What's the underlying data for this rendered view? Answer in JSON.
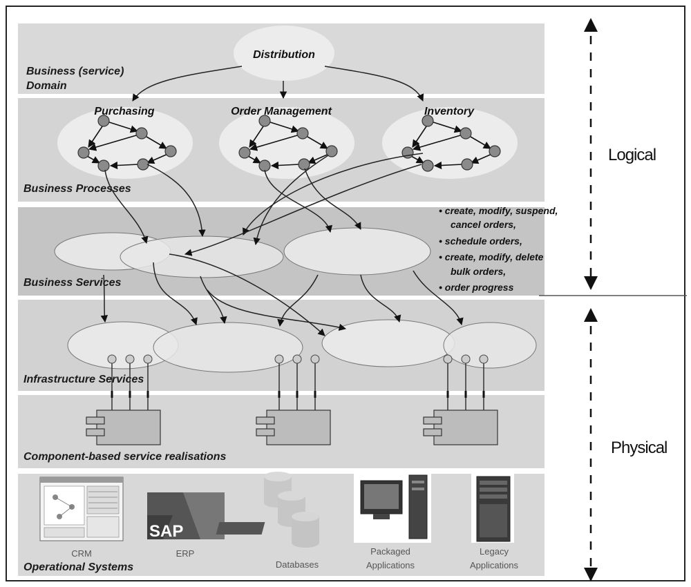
{
  "layers": {
    "business_domain": "Business (service)",
    "business_domain_2": "Domain",
    "business_processes": "Business Processes",
    "business_services": "Business Services",
    "infrastructure_services": "Infrastructure Services",
    "components": "Component-based service realisations",
    "operational_systems": "Operational Systems"
  },
  "domain_root": "Distribution",
  "domains": [
    "Purchasing",
    "Order Management",
    "Inventory"
  ],
  "service_operations": [
    "• create, modify, suspend,",
    "cancel orders,",
    "• schedule orders,",
    "• create, modify, delete",
    "bulk orders,",
    "• order progress"
  ],
  "side_labels": {
    "logical": "Logical",
    "physical": "Physical"
  },
  "operational_systems": [
    {
      "label": "CRM",
      "icon": "crm-screenshot-icon"
    },
    {
      "label": "ERP",
      "icon": "sap-logo-icon",
      "logo_text": "SAP"
    },
    {
      "label": "Databases",
      "icon": "database-cylinders-icon"
    },
    {
      "label": "Packaged",
      "label2": "Applications",
      "icon": "desktop-computer-icon"
    },
    {
      "label": "Legacy",
      "label2": "Applications",
      "icon": "server-tower-icon"
    }
  ],
  "colors": {
    "band": "#d6d6d6",
    "band_dark": "#c4c4c4",
    "ellipse": "#ececec",
    "node": "#8a8a8a"
  }
}
